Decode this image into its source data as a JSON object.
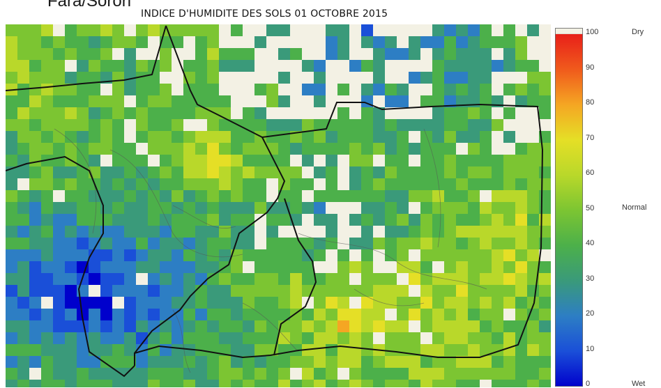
{
  "header": {
    "top_label": "Fara/Sorori",
    "title": "INDICE D'HUMIDITE DES SOLS 01 OCTOBRE 2015"
  },
  "legend": {
    "ticks": [
      "100",
      "90",
      "80",
      "70",
      "60",
      "50",
      "40",
      "30",
      "20",
      "10",
      "0"
    ],
    "labels": {
      "top": "Dry",
      "middle": "Normal",
      "bottom": "Wet"
    },
    "range": [
      0,
      100
    ],
    "colors": [
      "#0000cc",
      "#1a4fd8",
      "#2d7ec4",
      "#3a9a7a",
      "#4cb04a",
      "#7cc532",
      "#b9d82a",
      "#e5df26",
      "#f5a623",
      "#f05a1c",
      "#e8201a"
    ]
  },
  "map": {
    "colors": {
      "no_data": "#f3f1e4",
      "border": "#111111",
      "sub_border": "#555555"
    }
  }
}
